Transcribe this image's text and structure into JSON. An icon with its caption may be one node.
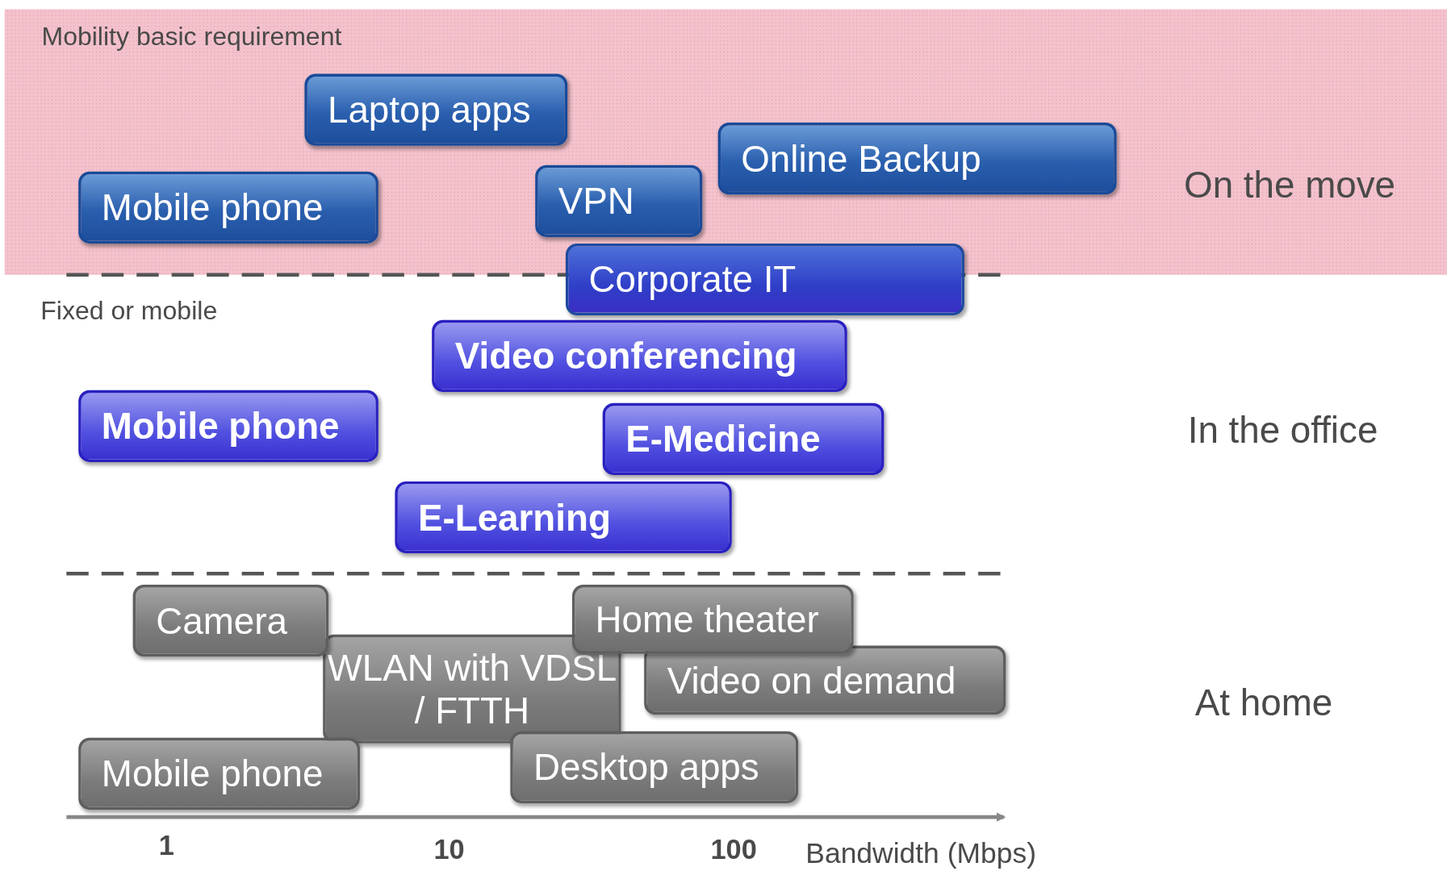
{
  "diagram": {
    "nodes": [
      {
        "text": [
          "Laptop apps"
        ]
      },
      {
        "text": [
          "Online Backup"
        ]
      },
      {
        "text": [
          "Mobile phone"
        ]
      },
      {
        "text": [
          "VPN"
        ]
      },
      {
        "text": [
          "Corporate IT"
        ]
      },
      {
        "text": [
          "Video conferencing"
        ]
      },
      {
        "text": [
          "Mobile phone"
        ]
      },
      {
        "text": [
          "E-Medicine"
        ]
      },
      {
        "text": [
          "E-Learning"
        ]
      },
      {
        "text": [
          "Camera"
        ]
      },
      {
        "text": [
          "Home theater"
        ]
      },
      {
        "text": [
          "WLAN with VDSL / FTTH"
        ]
      },
      {
        "text": [
          "Video on demand"
        ]
      },
      {
        "text": [
          "Mobile phone"
        ]
      },
      {
        "text": [
          "Desktop apps"
        ]
      }
    ],
    "labels": [
      "Mobility basic requirement",
      "On the move",
      "Fixed or mobile",
      "In the office",
      "At home",
      "1",
      "10",
      "100",
      "Bandwidth (Mbps)"
    ]
  }
}
